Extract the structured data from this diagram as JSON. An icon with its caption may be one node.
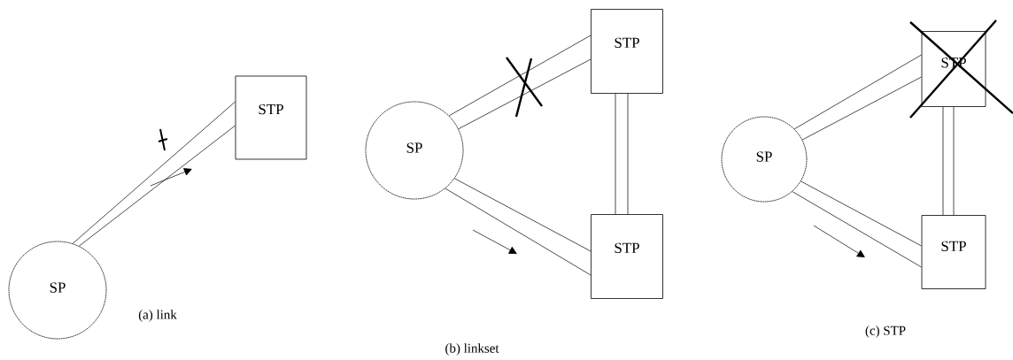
{
  "diagram": {
    "nodes": [
      {
        "text": [
          "SP"
        ]
      },
      {
        "text": [
          "STP"
        ]
      },
      {
        "text": [
          "SP"
        ]
      },
      {
        "text": [
          "STP"
        ]
      },
      {
        "text": [
          "STP"
        ]
      },
      {
        "text": [
          "SP"
        ]
      },
      {
        "text": [
          "STP"
        ]
      },
      {
        "text": [
          "STP"
        ]
      }
    ],
    "edges": [
      {
        "from": 0,
        "to": 1,
        "arrow": "none"
      },
      {
        "from": 0,
        "to": 1,
        "arrow": "none"
      },
      {
        "from": 2,
        "to": 3,
        "arrow": "none"
      },
      {
        "from": 2,
        "to": 3,
        "arrow": "none"
      },
      {
        "from": 2,
        "to": 4,
        "arrow": "none"
      },
      {
        "from": 2,
        "to": 4,
        "arrow": "none"
      },
      {
        "from": 3,
        "to": 4,
        "arrow": "none"
      },
      {
        "from": 3,
        "to": 4,
        "arrow": "none"
      },
      {
        "from": 5,
        "to": 6,
        "arrow": "none"
      },
      {
        "from": 5,
        "to": 6,
        "arrow": "none"
      },
      {
        "from": 5,
        "to": 7,
        "arrow": "none"
      },
      {
        "from": 5,
        "to": 7,
        "arrow": "none"
      },
      {
        "from": 6,
        "to": 7,
        "arrow": "none"
      },
      {
        "from": 6,
        "to": 7,
        "arrow": "none"
      }
    ],
    "labels": [
      "(a) link",
      "(b) linkset",
      "(c) STP"
    ]
  }
}
